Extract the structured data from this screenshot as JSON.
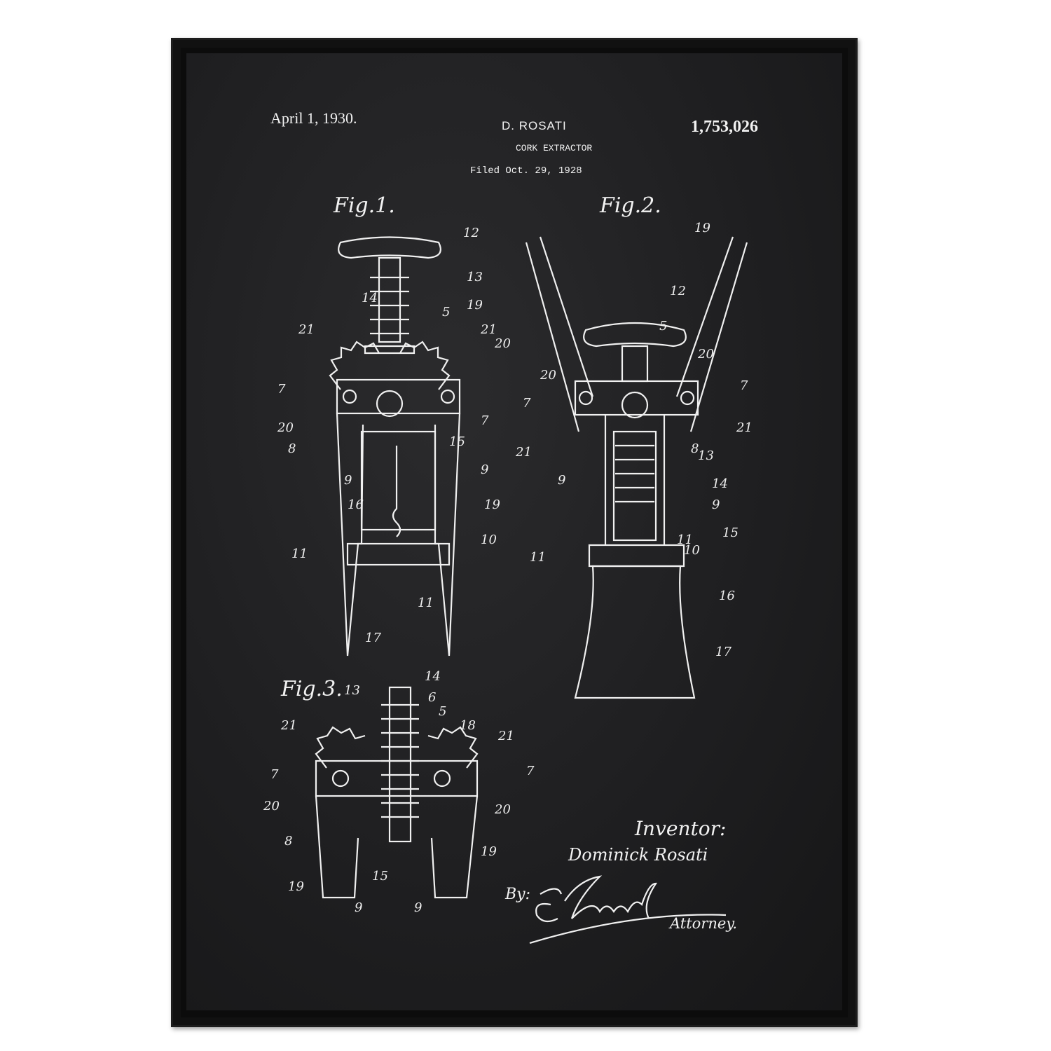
{
  "header": {
    "date": "April 1, 1930.",
    "inventor_short": "D. ROSATI",
    "patent_number": "1,753,026",
    "title": "CORK EXTRACTOR",
    "filed": "Filed Oct. 29, 1928"
  },
  "figures": [
    {
      "label": "Fig.1.",
      "numerals": [
        "12",
        "13",
        "14",
        "5",
        "21",
        "21",
        "20",
        "7",
        "7",
        "20",
        "8",
        "15",
        "9",
        "9",
        "16",
        "19",
        "11",
        "10",
        "11",
        "17"
      ]
    },
    {
      "label": "Fig.2.",
      "numerals": [
        "19",
        "19",
        "12",
        "5",
        "20",
        "20",
        "7",
        "7",
        "21",
        "21",
        "8",
        "13",
        "14",
        "9",
        "9",
        "15",
        "11",
        "11",
        "10",
        "16",
        "17"
      ]
    },
    {
      "label": "Fig.3.",
      "numerals": [
        "14",
        "13",
        "6",
        "5",
        "18",
        "21",
        "21",
        "7",
        "7",
        "20",
        "20",
        "8",
        "19",
        "19",
        "15",
        "9",
        "9"
      ]
    }
  ],
  "footer": {
    "inventor_heading": "Inventor:",
    "inventor_name": "Dominick Rosati",
    "by": "By:",
    "signature": "E.H.Lundy",
    "attorney": "Attorney."
  },
  "colors": {
    "background": "#1f1f21",
    "ink": "#f0f0f0",
    "frame": "#0c0c0c"
  }
}
